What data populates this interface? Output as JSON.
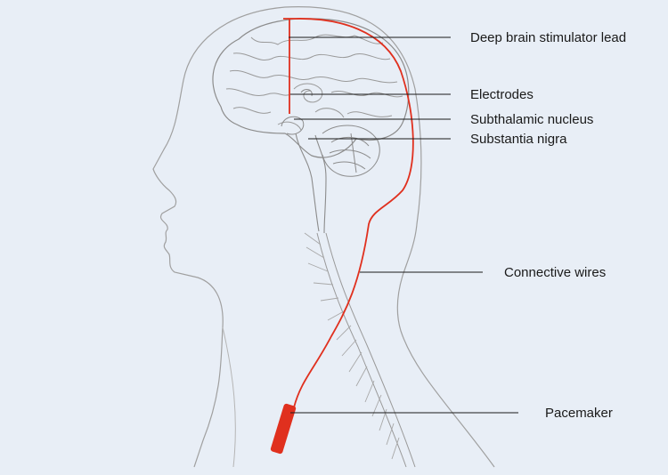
{
  "labels": {
    "lead": "Deep brain stimulator lead",
    "electrodes": "Electrodes",
    "subthalamic": "Subthalamic nucleus",
    "nigra": "Substantia nigra",
    "wires": "Connective wires",
    "pacemaker": "Pacemaker"
  },
  "colors": {
    "background": "#e8eef6",
    "outline": "#9a9a9a",
    "device": "#e0301e",
    "leader": "#1a1a1a"
  }
}
